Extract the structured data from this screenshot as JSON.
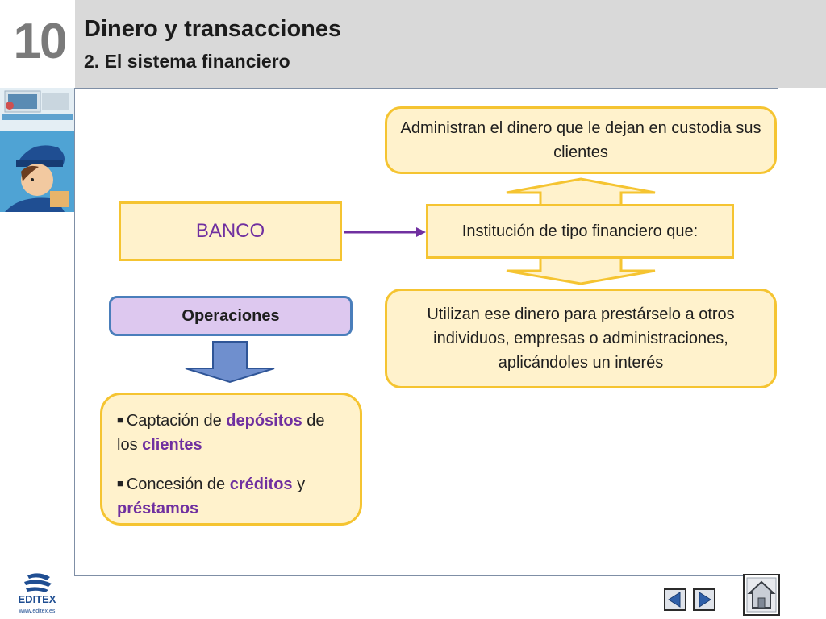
{
  "header": {
    "unit_number": "10",
    "title": "Dinero y transacciones",
    "subtitle": "2. El sistema financiero"
  },
  "diagram": {
    "banco": "BANCO",
    "institucion": "Institución de tipo financiero que:",
    "administran": "Administran el dinero que le dejan en custodia sus clientes",
    "utilizan": "Utilizan ese dinero para prestárselo a otros individuos, empresas o administraciones, aplicándoles un interés",
    "operaciones": "Operaciones",
    "operations_list": {
      "item1_part1": "Captación de ",
      "item1_hl1": "depósitos",
      "item1_part2": " de los ",
      "item1_hl2": "clientes",
      "item2_part1": "Concesión de ",
      "item2_hl1": "créditos",
      "item2_part2": " y ",
      "item2_hl2": "préstamos"
    }
  },
  "footer": {
    "brand": "EDITEX",
    "url": "www.editex.es"
  },
  "colors": {
    "box_fill": "#fff2cc",
    "box_border": "#f5c431",
    "highlight_purple": "#7030a0",
    "operaciones_fill": "#ddc8ef",
    "operaciones_border": "#4a7ebb",
    "arrow_fill": "#6f8fce"
  },
  "icons": {
    "prev": "triangle-left-icon",
    "next": "triangle-right-icon",
    "home": "home-icon"
  }
}
